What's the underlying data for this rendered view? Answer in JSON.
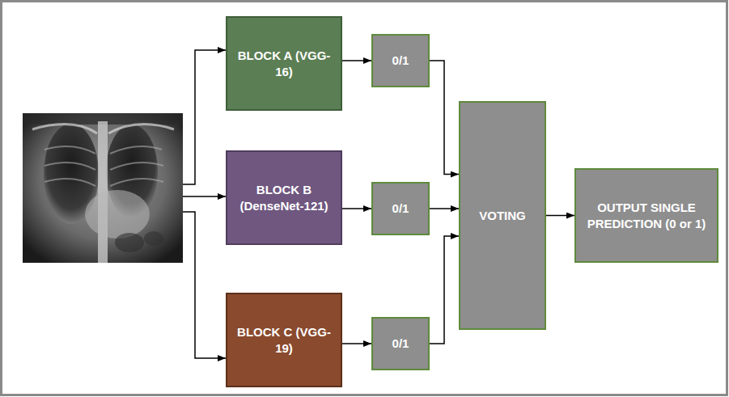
{
  "diagram": {
    "nodes": [
      {
        "text": [
          "BLOCK A (VGG-16)"
        ]
      },
      {
        "text": [
          "0/1"
        ]
      },
      {
        "text": [
          "BLOCK B (DenseNet-121)"
        ]
      },
      {
        "text": [
          "0/1"
        ]
      },
      {
        "text": [
          "BLOCK C (VGG-19)"
        ]
      },
      {
        "text": [
          "0/1"
        ]
      },
      {
        "text": [
          "VOTING"
        ]
      },
      {
        "text": [
          "OUTPUT SINGLE PREDICTION (0 or 1)"
        ]
      }
    ],
    "edges": [
      {
        "from": 0,
        "to": 1,
        "arrow": "to"
      },
      {
        "from": 2,
        "to": 3,
        "arrow": "to"
      },
      {
        "from": 4,
        "to": 5,
        "arrow": "to"
      },
      {
        "from": 1,
        "to": 6,
        "arrow": "to"
      },
      {
        "from": 3,
        "to": 6,
        "arrow": "to"
      },
      {
        "from": 5,
        "to": 6,
        "arrow": "to"
      },
      {
        "from": 6,
        "to": 7,
        "arrow": "to"
      }
    ]
  }
}
